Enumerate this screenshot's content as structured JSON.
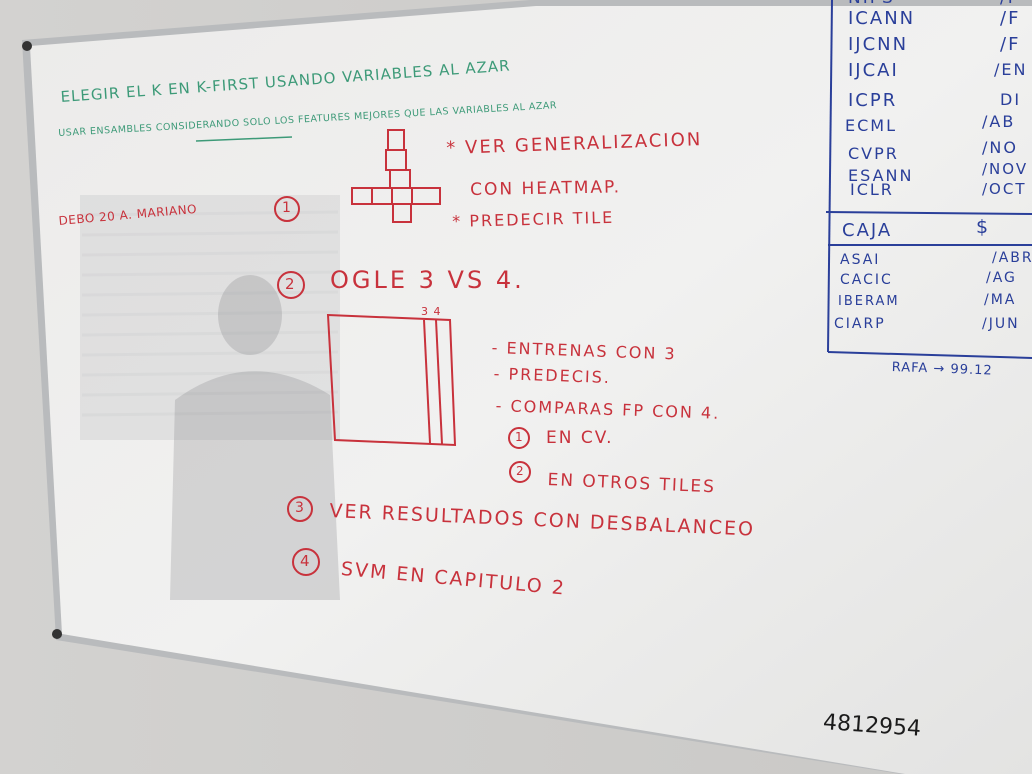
{
  "colors": {
    "wall": "#d9d8d6",
    "board": "#eeeeec",
    "frame": "#b9bbbd",
    "red_marker": "#c8323c",
    "blue_marker": "#2a3f9a",
    "green_marker": "#3d9a78",
    "black_marker": "#1b1b1b"
  },
  "green_notes": {
    "line1": "ELEGIR EL K EN K-FIRST USANDO VARIABLES AL AZAR",
    "line2": "USAR ENSAMBLES CONSIDERANDO SOLO LOS FEATURES MEJORES QUE LAS VARIABLES AL AZAR"
  },
  "side_note": "DEBO 20 A. MARIANO",
  "item1": {
    "number": "1",
    "lines": [
      "* VER GENERALIZACION",
      "CON HEATMAP.",
      "* PREDECIR TILE"
    ]
  },
  "item2": {
    "number": "2",
    "title": "OGLE 3 VS 4.",
    "grid_labels": "3 4",
    "steps": [
      "- ENTRENAS CON 3",
      "- PREDECIS.",
      "- COMPARAS FP CON 4."
    ],
    "sub": [
      {
        "number": "1",
        "text": "EN CV."
      },
      {
        "number": "2",
        "text": "EN OTROS TILES"
      }
    ]
  },
  "item3": {
    "number": "3",
    "text": "VER RESULTADOS CON DESBALANCEO"
  },
  "item4": {
    "number": "4",
    "text": "SVM EN CAPITULO 2"
  },
  "venues_top": [
    {
      "name": "NIPS",
      "month": "/F"
    },
    {
      "name": "ICANN",
      "month": "/F"
    },
    {
      "name": "IJCNN",
      "month": "/F"
    },
    {
      "name": "IJCAI",
      "month": "/EN"
    },
    {
      "name": "ICPR",
      "month": "DI"
    },
    {
      "name": "ECML",
      "month": "/AB"
    },
    {
      "name": "CVPR",
      "month": "/NO"
    },
    {
      "name": "ESANN",
      "month": "/NOV"
    },
    {
      "name": "ICLR",
      "month": "/OCT"
    }
  ],
  "caja": {
    "label": "CAJA",
    "value": "$"
  },
  "venues_bottom": [
    {
      "name": "ASAI",
      "month": "/ABR"
    },
    {
      "name": "CACIC",
      "month": "/AG"
    },
    {
      "name": "IBERAM",
      "month": "/MA"
    },
    {
      "name": "CIARP",
      "month": "/JUN"
    }
  ],
  "rafa_note": "RAFA → 99.12",
  "bottom_number": "4812954"
}
